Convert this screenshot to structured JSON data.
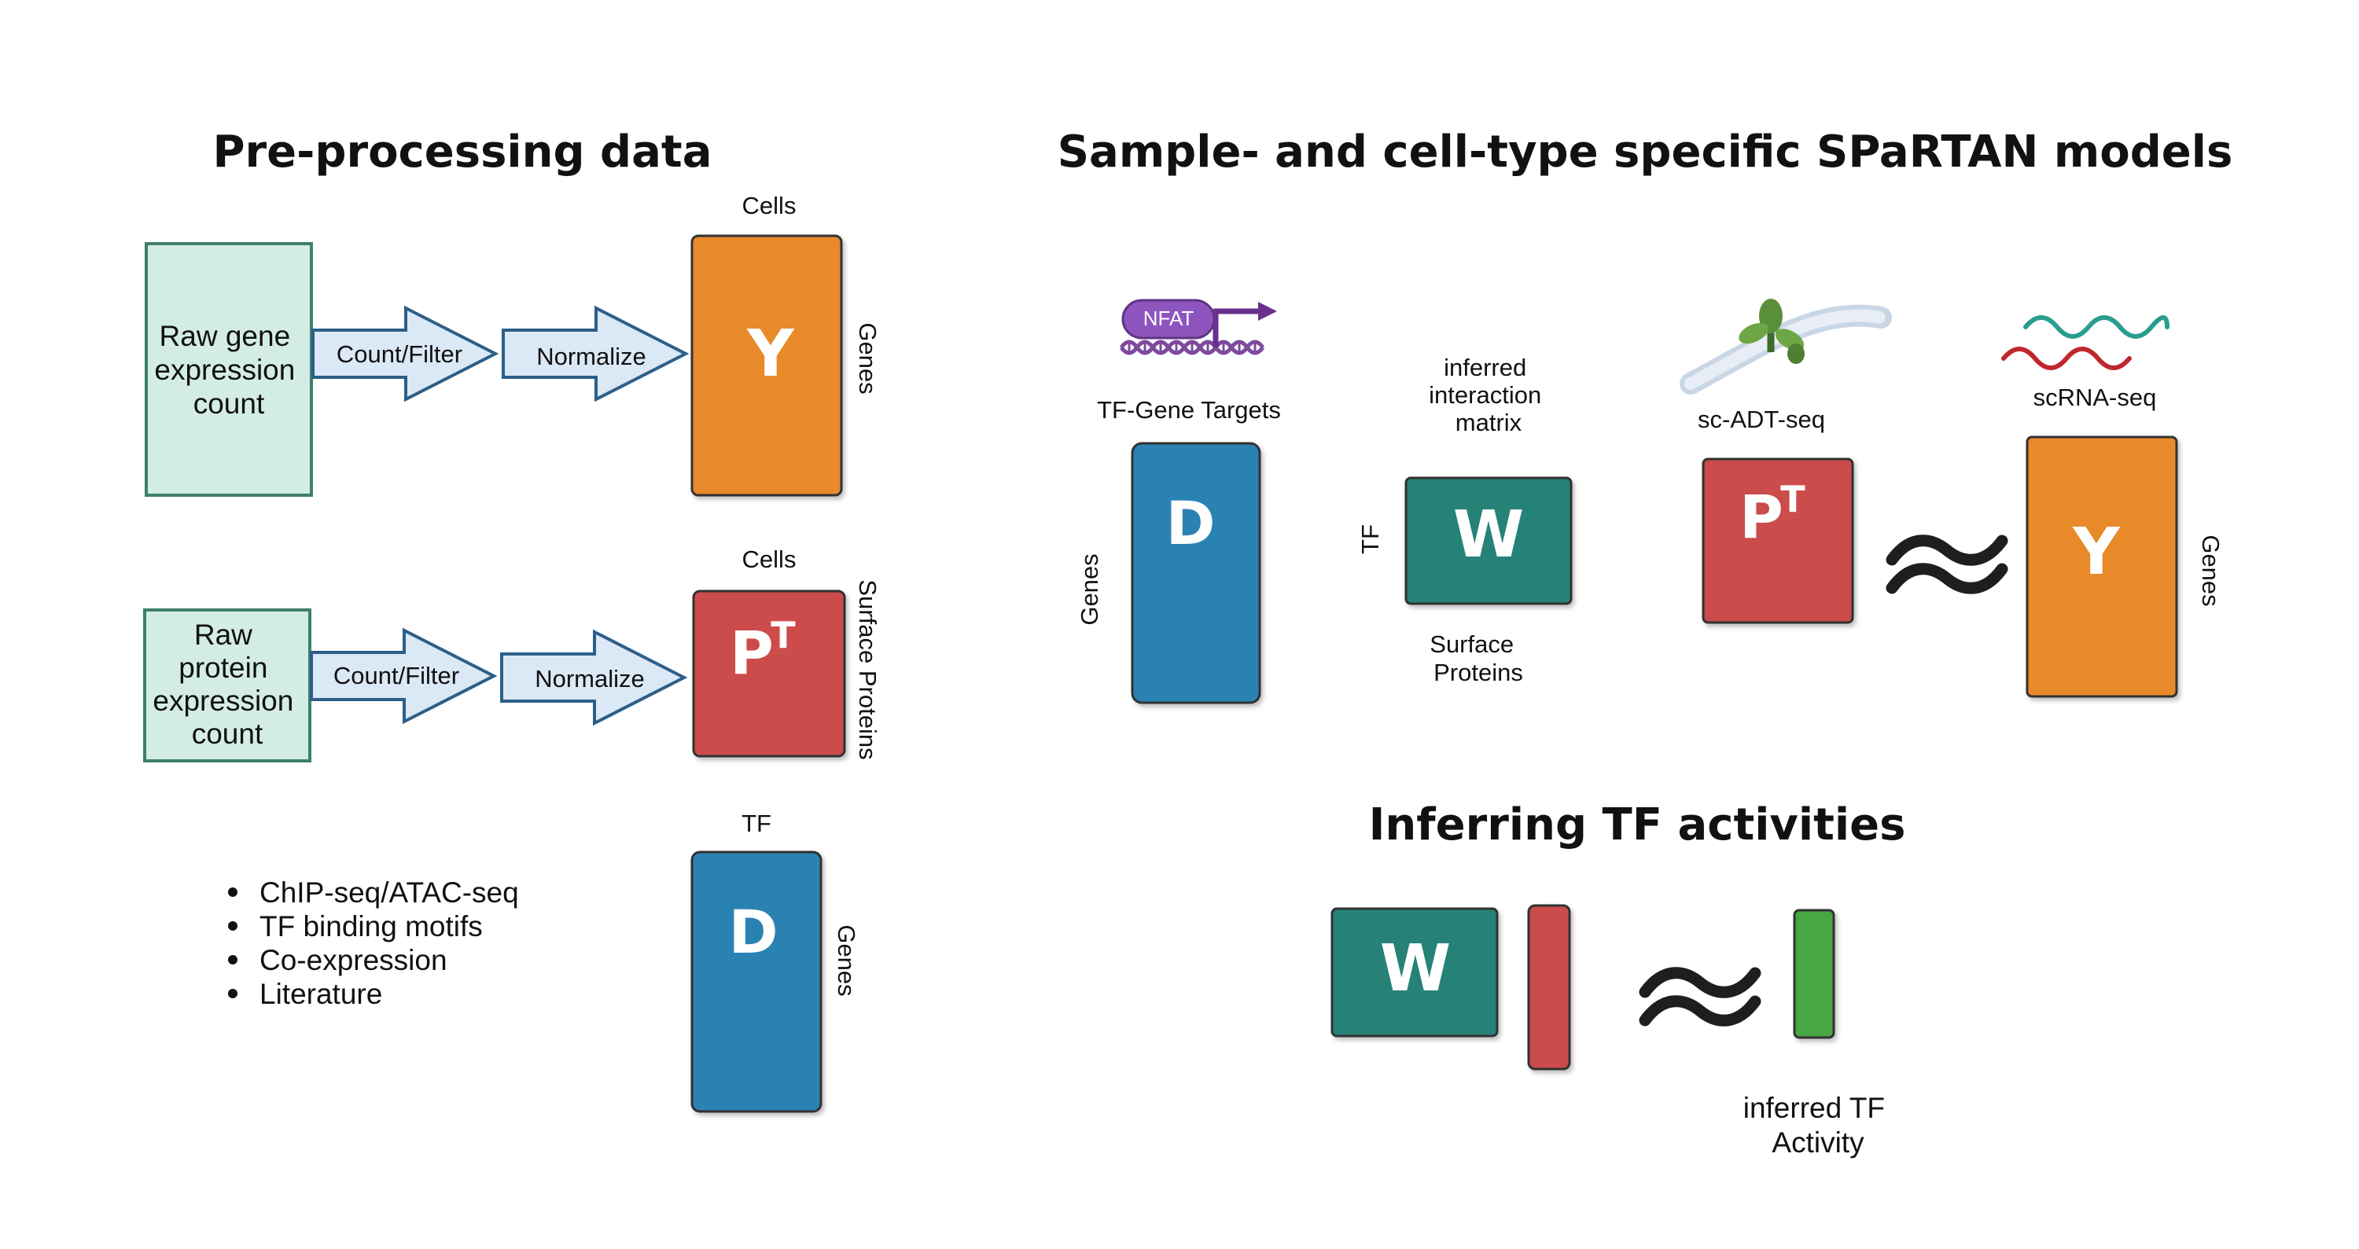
{
  "colors": {
    "orange": "#e8892b",
    "red": "#cc4b4b",
    "blue": "#2a82b3",
    "teal": "#278276",
    "green": "#46a743",
    "source_box_fill": "#d3ece6",
    "source_box_stroke": "#3e7f6c",
    "arrow_fill": "#dbe8f5",
    "arrow_stroke": "#2c5f88",
    "approx_symbol": "#1e1e1e",
    "nfat_purple": "#8e55bf"
  },
  "icons": {
    "tf_binding": "nfat-dna-binding-icon",
    "adt": "antibody-membrane-icon",
    "rna": "rna-waves-icon",
    "approx": "approximately-equal-icon",
    "bullet": "bullet-dot-icon"
  },
  "preprocessing": {
    "title": "Pre-processing data",
    "gene_source": [
      "Raw gene",
      "expression",
      "count"
    ],
    "protein_source": [
      "Raw",
      "protein",
      "expression",
      "count"
    ],
    "step_filter": "Count/Filter",
    "step_normalize": "Normalize",
    "y_matrix": {
      "letter": "Y",
      "top_label": "Cells",
      "side_label": "Genes"
    },
    "p_matrix": {
      "letter": "P",
      "superscript": "T",
      "top_label": "Cells",
      "side_label": "Surface Proteins"
    },
    "d_matrix": {
      "letter": "D",
      "top_label": "TF",
      "side_label": "Genes"
    },
    "prior_sources": [
      "ChIP-seq/ATAC-seq",
      "TF binding motifs",
      "Co-expression",
      "Literature"
    ]
  },
  "spartan": {
    "title": "Sample- and cell-type specific SPaRTAN models",
    "nfat_label": "NFAT",
    "d_block": {
      "letter": "D",
      "top_label": "TF-Gene Targets",
      "side_label": "Genes"
    },
    "w_block": {
      "letter": "W",
      "top_label": [
        "inferred",
        "interaction",
        "matrix"
      ],
      "side_label": "TF",
      "bottom_label": [
        "Surface",
        "Proteins"
      ]
    },
    "p_block": {
      "letter": "P",
      "superscript": "T",
      "top_label": "sc-ADT-seq"
    },
    "y_block": {
      "letter": "Y",
      "top_label": "scRNA-seq",
      "side_label": "Genes"
    }
  },
  "inferring": {
    "title": "Inferring TF activities",
    "w_letter": "W",
    "result_label": [
      "inferred TF",
      "Activity"
    ]
  }
}
